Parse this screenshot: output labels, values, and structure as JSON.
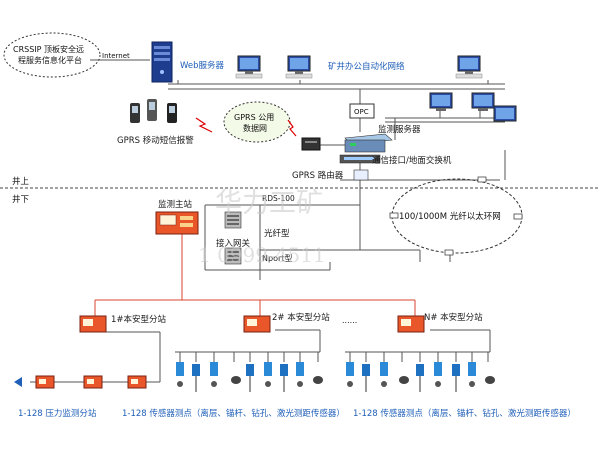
{
  "cloud_top_left": {
    "line1": "CRSSIP 顶板安全远",
    "line2": "程服务信息化平台"
  },
  "internet": "Internet",
  "web_server": "Web服务器",
  "office_network": "矿井办公自动化网络",
  "opc": "OPC",
  "gprs_phone_alarm": "GPRS 移动短信报警",
  "gprs_network": {
    "line1": "GPRS 公用",
    "line2": "数据网"
  },
  "monitor_server": "监测服务器",
  "comm_switch": "通信接口/地面交换机",
  "gprs_router": "GPRS 路由器",
  "surface": "井上",
  "underground": "井下",
  "main_station": "监测主站",
  "rds": "RDS-100",
  "access_gateway": "接入网关",
  "fiber_type": "光纤型",
  "nport_type": "Nport型",
  "ethernet_ring": "100/1000M 光纤以太环网",
  "substation_1": "1#本安型分站",
  "substation_2": "2# 本安型分站",
  "substation_n": "N# 本安型分站",
  "dots": "......",
  "pressure_sub": "1-128 压力监测分站",
  "sensors_1": "1-128 传感器测点（离层、锚杆、钻孔、激光测距传感器）",
  "sensors_2": "1-128  传感器测点（离层、锚杆、钻孔、激光测距传感器）",
  "watermark": {
    "line1": "华力工矿",
    "line2": "1 0999-4511"
  },
  "colors": {
    "accent_blue": "#1f5fb8",
    "station_orange": "#e8562a",
    "line_gray": "#555555",
    "line_red": "#d9452c"
  }
}
